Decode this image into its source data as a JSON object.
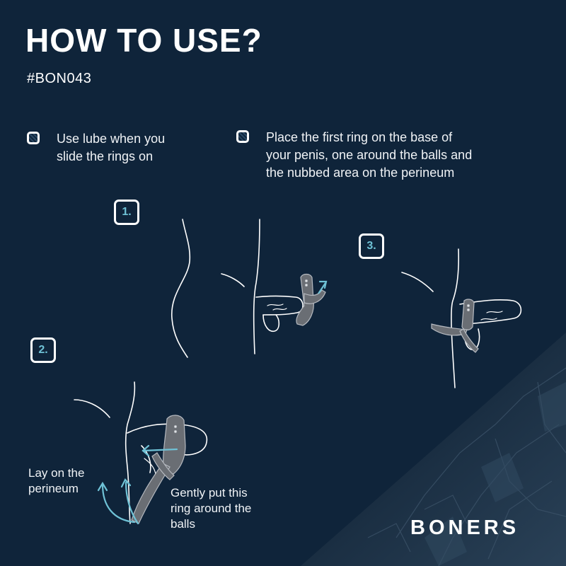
{
  "title": "HOW TO USE?",
  "sku": "#BON043",
  "tips": [
    {
      "text": "Use lube when you\nslide the rings on"
    },
    {
      "text": "Place the first ring on the base of\nyour penis, one around the balls and\nthe nubbed area on the perineum"
    }
  ],
  "steps": [
    "1.",
    "2.",
    "3."
  ],
  "notes": {
    "perineum": "Lay on the\nperineum",
    "balls": "Gently put this\nring around the\nballs"
  },
  "brand": "BONERS",
  "colors": {
    "background": "#0f243a",
    "accent": "#6fc2d6",
    "device": "#6a6e74",
    "text": "#ffffff"
  }
}
